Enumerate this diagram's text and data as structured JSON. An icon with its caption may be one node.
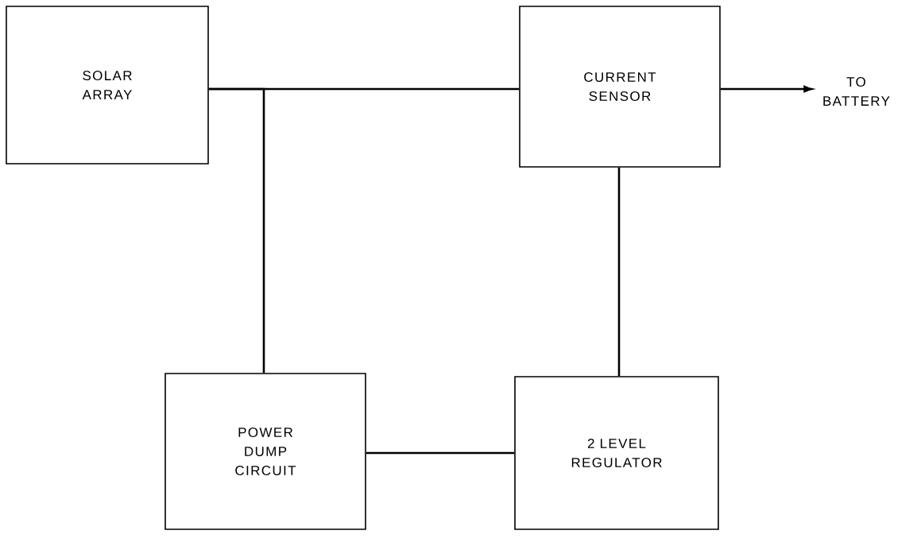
{
  "diagram": {
    "nodes": [
      {
        "text": [
          "SOLAR ARRAY"
        ]
      },
      {
        "text": [
          "CURRENT SENSOR"
        ]
      },
      {
        "text": [
          "TO BATTERY"
        ]
      },
      {
        "text": [
          "POWER DUMP CIRCUIT"
        ]
      },
      {
        "text": [
          "2 LEVEL REGULATOR"
        ]
      }
    ],
    "edges": [
      {
        "from": 0,
        "to": 1,
        "arrow": "none"
      },
      {
        "from": 0,
        "to": 3,
        "arrow": "none"
      },
      {
        "from": 1,
        "to": 2,
        "arrow": "to"
      },
      {
        "from": 1,
        "to": 4,
        "arrow": "none"
      },
      {
        "from": 3,
        "to": 4,
        "arrow": "none"
      }
    ]
  }
}
